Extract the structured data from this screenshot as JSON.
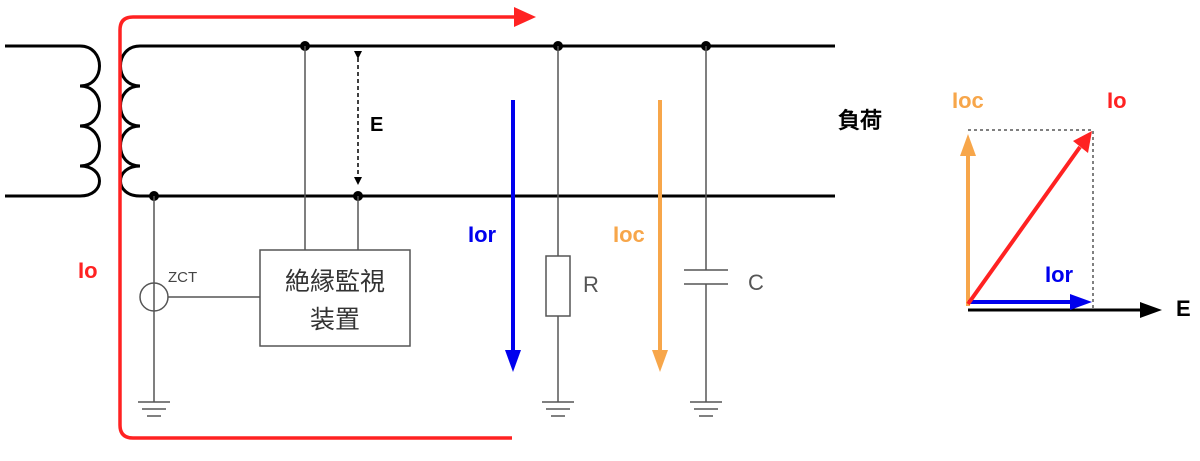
{
  "labels": {
    "E_mid": "E",
    "load": "負荷",
    "Io_left": "Io",
    "ZCT": "ZCT",
    "device_line1": "絶縁監視",
    "device_line2": "装置",
    "Ior_mid": "Ior",
    "Ioc_mid": "Ioc",
    "R": "R",
    "C": "C",
    "Ioc_vec": "Ioc",
    "Io_vec": "Io",
    "Ior_vec": "Ior",
    "E_vec": "E"
  },
  "colors": {
    "line": "#000000",
    "gray": "#555555",
    "red": "#ff2222",
    "blue": "#0000ee",
    "orange": "#f7a64a"
  }
}
